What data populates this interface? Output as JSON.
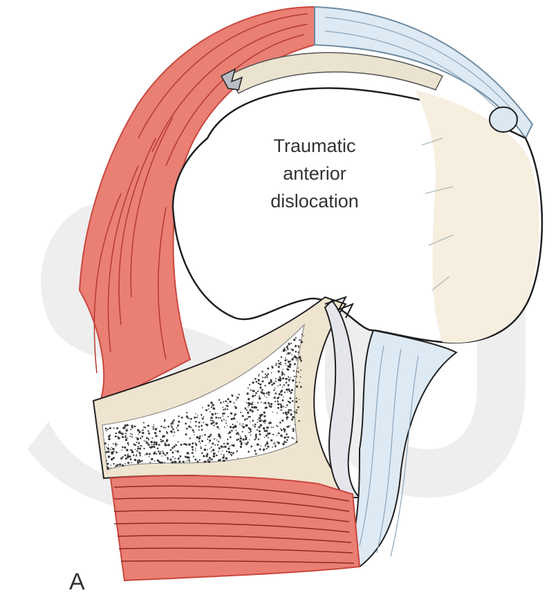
{
  "diagram": {
    "label_lines": [
      "Traumatic",
      "anterior",
      "dislocation"
    ],
    "panel_letter": "A",
    "watermark_text": "SU"
  },
  "colors": {
    "muscle": "#e8756a",
    "muscle_dark": "#c9463d",
    "muscle_light": "#f4a89f",
    "tendon": "#dce9f4",
    "tendon_line": "#7b97ad",
    "bone": "#f1e7d5",
    "bone_edge": "#d8c9aa",
    "cartilage": "#e6e8ee",
    "marrow_dot": "#3a3a3a",
    "outline": "#1f1f1f",
    "watermark": "#ebebeb"
  }
}
